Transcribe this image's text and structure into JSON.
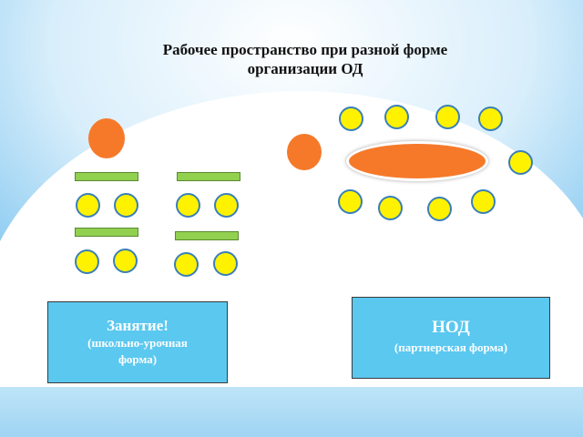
{
  "title": {
    "line1": "Рабочее пространство при разной форме",
    "line2": "организации ОД"
  },
  "left_box": {
    "head": "Занятие!",
    "sub_line1": "(школьно-урочная",
    "sub_line2": "форма)"
  },
  "right_box": {
    "head": "НОД",
    "sub": "(партнерская форма)"
  },
  "colors": {
    "background_blue": "#8FD0F5",
    "box_fill": "#5BC8F0",
    "child_dot": "#FFF200",
    "teacher": "#F6792A",
    "desk": "#92D050"
  }
}
